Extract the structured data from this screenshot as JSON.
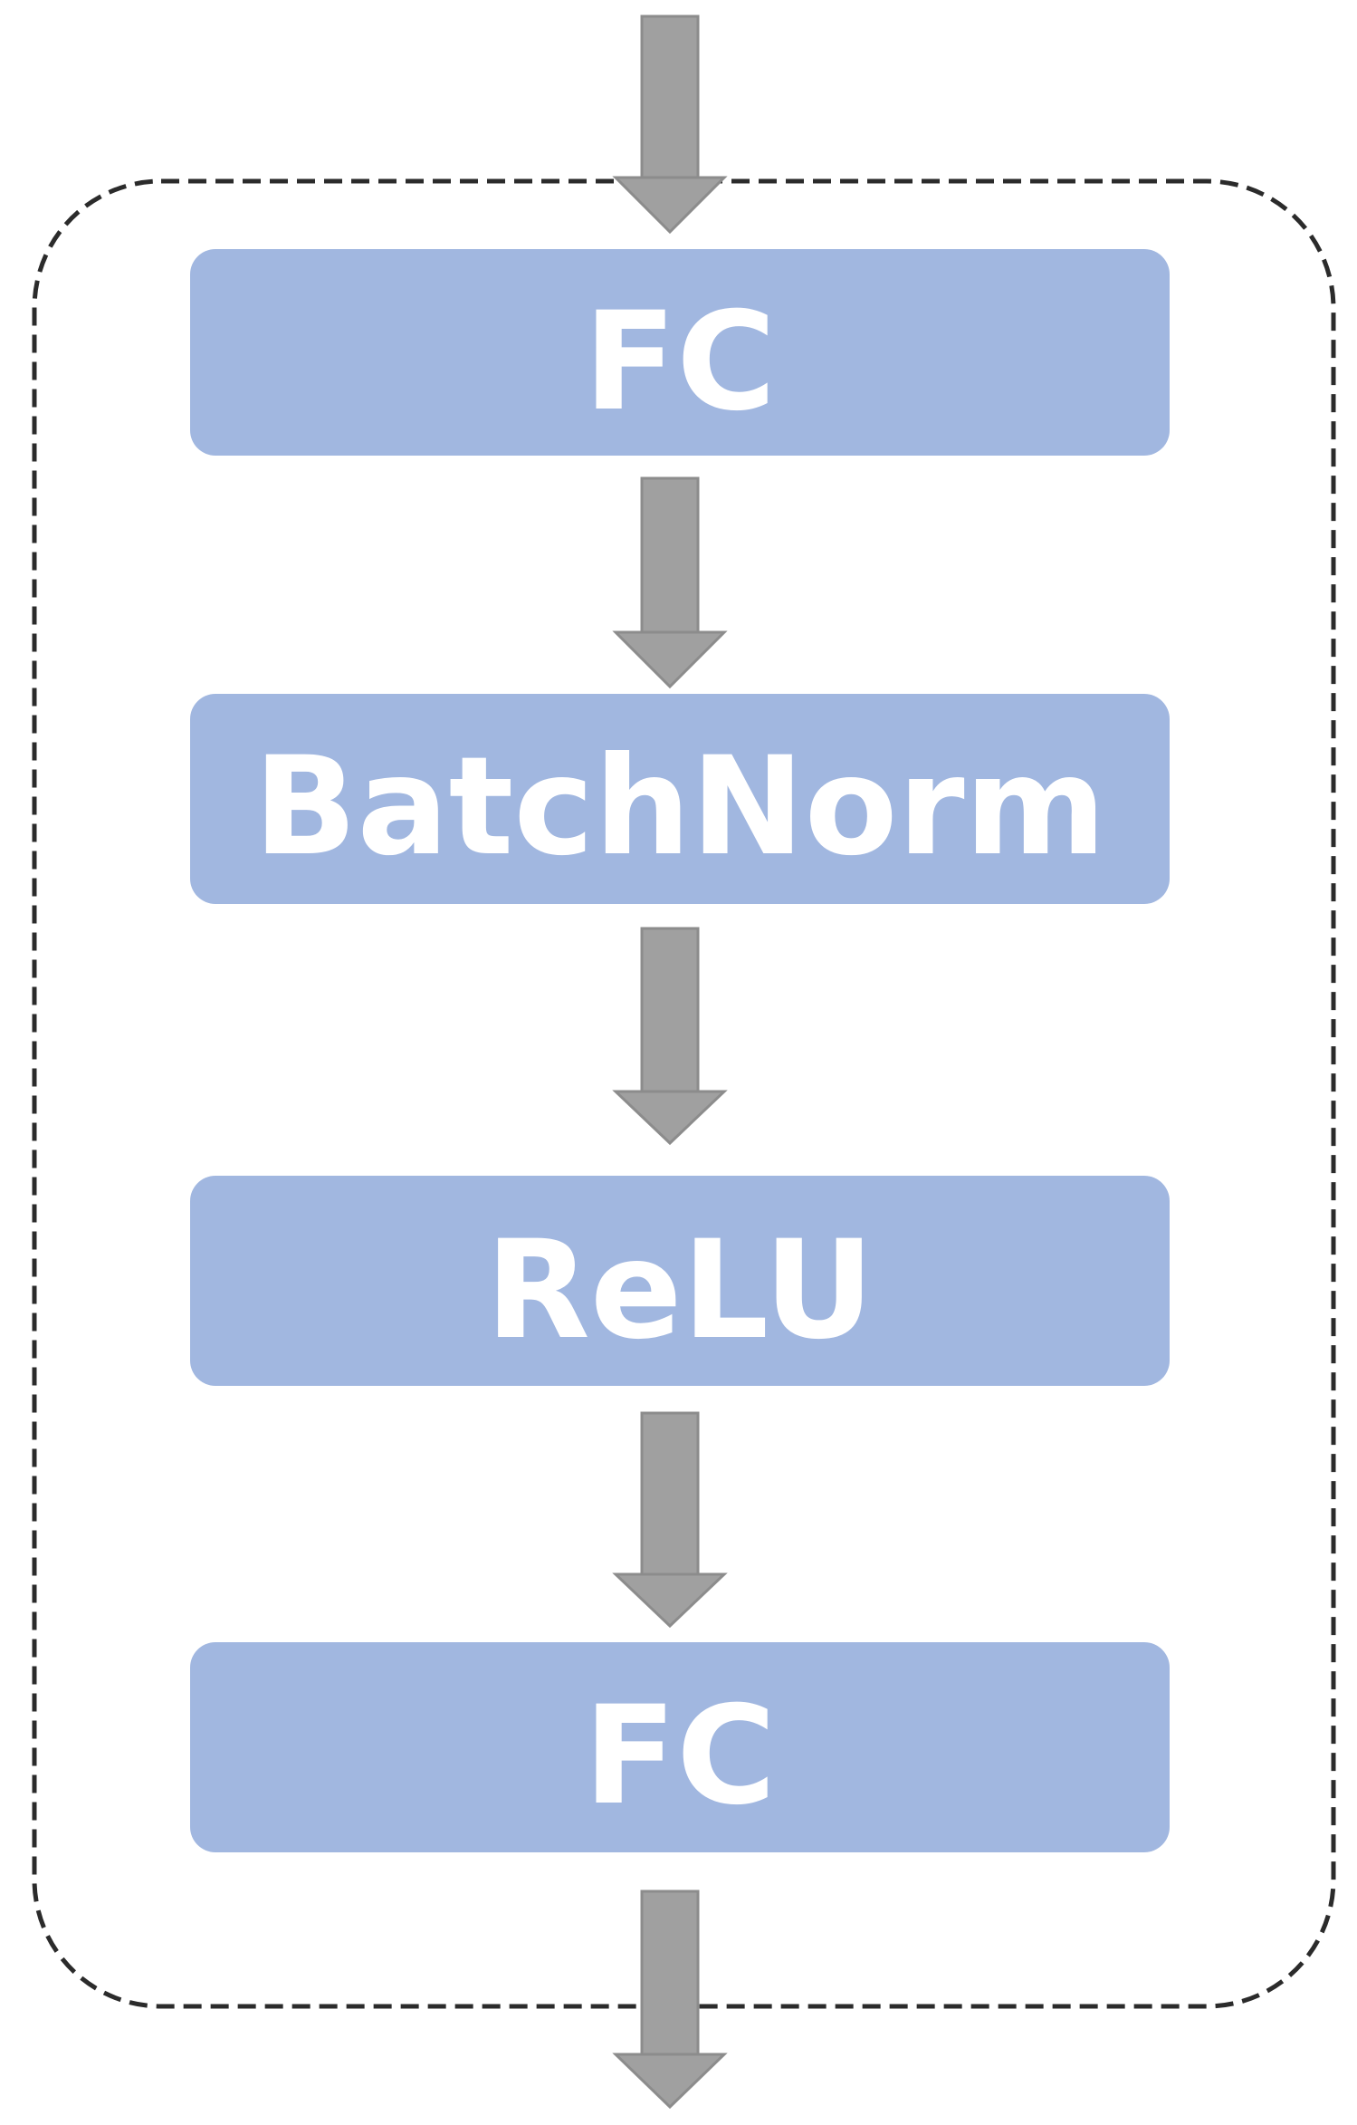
{
  "diagram": {
    "blocks": [
      {
        "label": "FC"
      },
      {
        "label": "BatchNorm"
      },
      {
        "label": "ReLU"
      },
      {
        "label": "FC"
      }
    ]
  },
  "colors": {
    "block_fill": "#a1b7e0",
    "block_text": "#ffffff",
    "arrow": "#a0a0a0",
    "arrow_outline": "#8c8c8c",
    "border": "#2b2b2b",
    "background": "#ffffff"
  }
}
